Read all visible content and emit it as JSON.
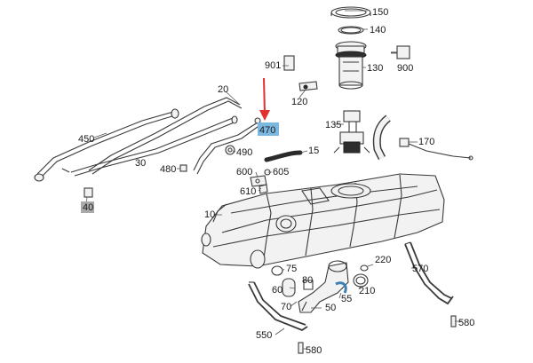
{
  "diagram": {
    "highlight_color": "#7ab8e0",
    "highlight_gray": "#aaaaaa",
    "arrow_color": "#e03030",
    "callouts": [
      {
        "id": "150",
        "text": "150"
      },
      {
        "id": "140",
        "text": "140"
      },
      {
        "id": "130",
        "text": "130"
      },
      {
        "id": "900",
        "text": "900"
      },
      {
        "id": "901",
        "text": "901"
      },
      {
        "id": "120",
        "text": "120"
      },
      {
        "id": "20",
        "text": "20"
      },
      {
        "id": "135",
        "text": "135"
      },
      {
        "id": "470",
        "text": "470"
      },
      {
        "id": "450",
        "text": "450"
      },
      {
        "id": "15",
        "text": "15"
      },
      {
        "id": "170",
        "text": "170"
      },
      {
        "id": "490",
        "text": "490"
      },
      {
        "id": "30",
        "text": "30"
      },
      {
        "id": "480",
        "text": "480"
      },
      {
        "id": "600",
        "text": "600"
      },
      {
        "id": "605",
        "text": "605"
      },
      {
        "id": "610",
        "text": "610"
      },
      {
        "id": "40",
        "text": "40"
      },
      {
        "id": "10",
        "text": "10"
      },
      {
        "id": "75",
        "text": "75"
      },
      {
        "id": "220",
        "text": "220"
      },
      {
        "id": "570",
        "text": "570"
      },
      {
        "id": "80",
        "text": "80"
      },
      {
        "id": "60",
        "text": "60"
      },
      {
        "id": "210",
        "text": "210"
      },
      {
        "id": "55",
        "text": "55"
      },
      {
        "id": "70",
        "text": "70"
      },
      {
        "id": "50",
        "text": "50"
      },
      {
        "id": "580a",
        "text": "580"
      },
      {
        "id": "550",
        "text": "550"
      },
      {
        "id": "580b",
        "text": "580"
      }
    ]
  }
}
